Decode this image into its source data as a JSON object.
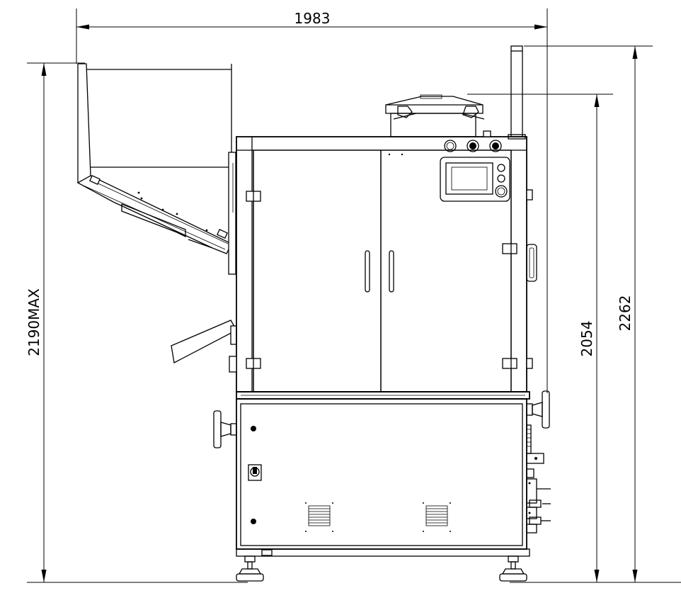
{
  "dimensions": {
    "overall_width": "1983",
    "max_height": "2190MAX",
    "column_height": "2054",
    "total_height": "2262"
  },
  "colors": {
    "line": "#000000",
    "background": "#ffffff"
  },
  "icons": {
    "pressure_gauges": "gauge-icon",
    "indicator_buttons": "button-icon",
    "main_switch": "rotary-switch-icon",
    "vents": "vent-grille-icon"
  }
}
